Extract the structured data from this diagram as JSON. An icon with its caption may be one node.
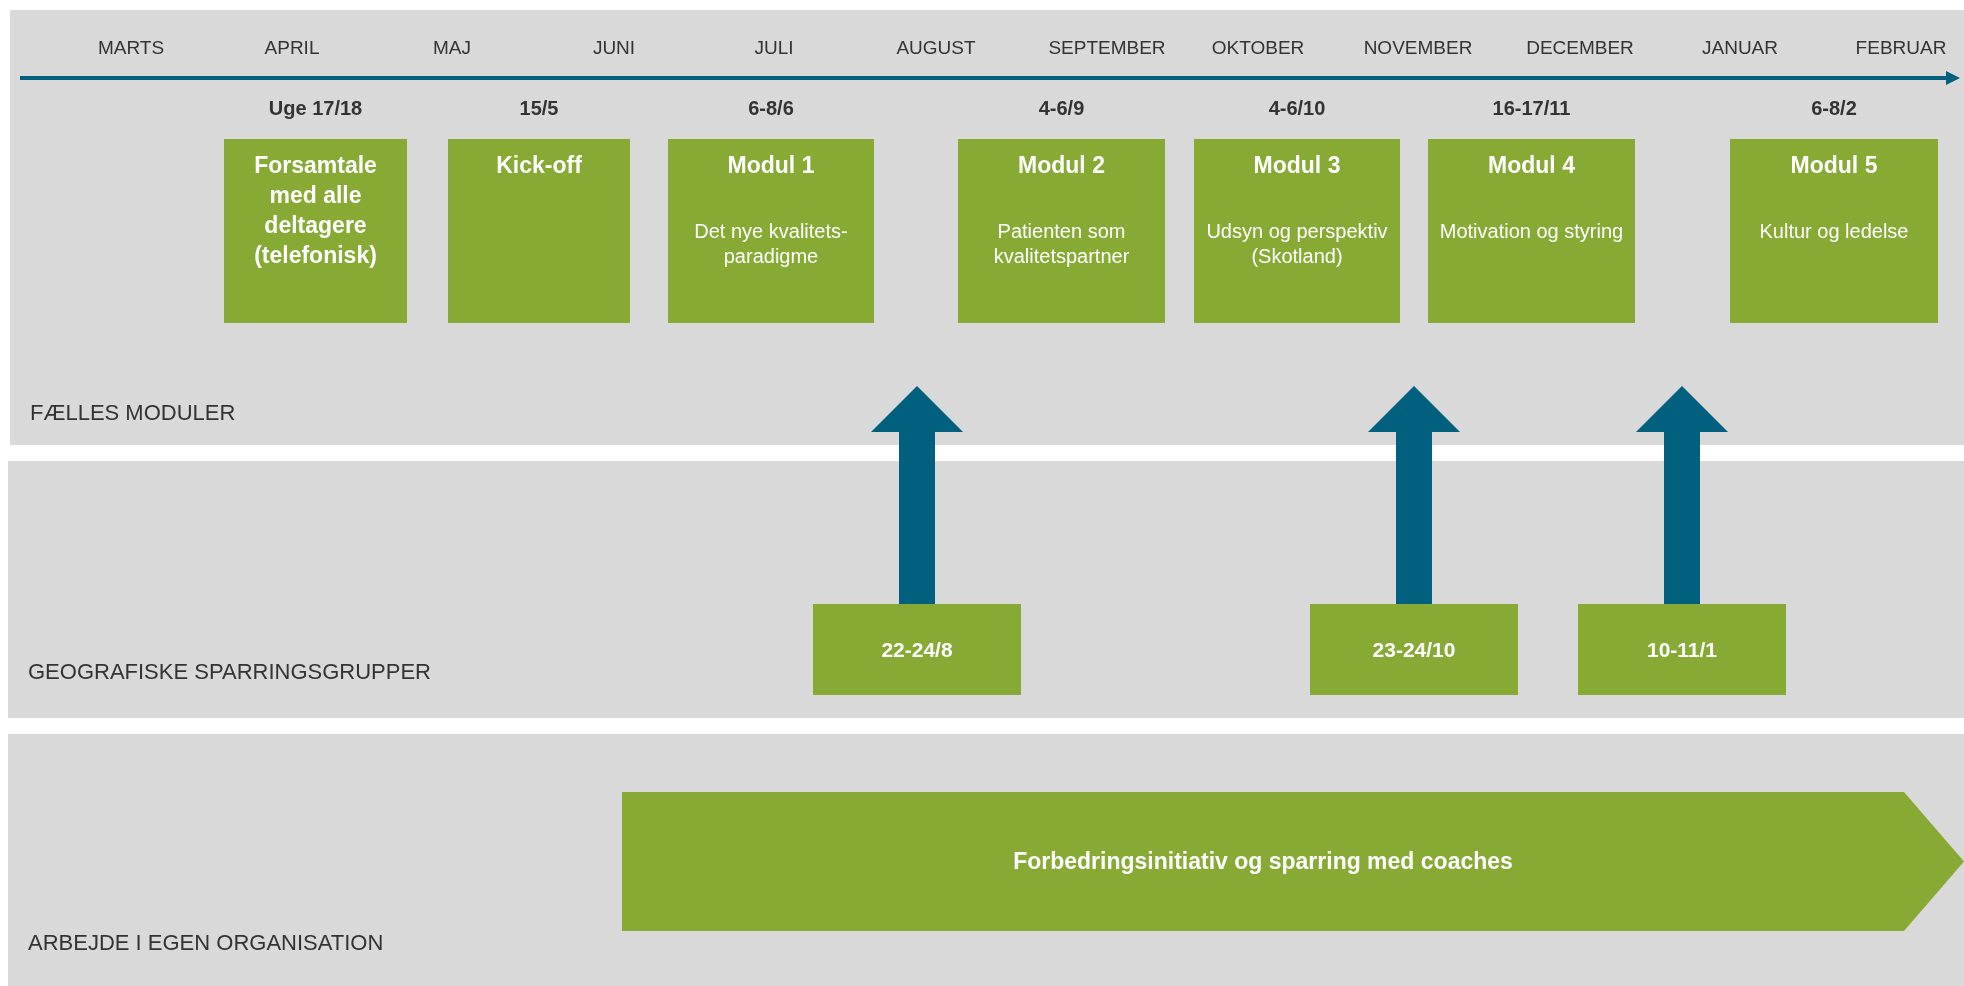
{
  "diagram": {
    "nodes": [
      {
        "text": [
          "FÆLLES MODULER"
        ]
      },
      {
        "text": [
          "Forsamtale med alle deltagere (telefonisk)"
        ],
        "in": 0,
        "beside": [
          "Uge 17/18"
        ]
      },
      {
        "text": [
          "Kick-off"
        ],
        "in": 0,
        "beside": [
          "15/5"
        ]
      },
      {
        "text": [
          "Modul 1",
          "Det nye kvalitets-paradigme"
        ],
        "in": 0,
        "beside": [
          "6-8/6"
        ]
      },
      {
        "text": [
          "Modul 2",
          "Patienten som kvalitetspartner"
        ],
        "in": 0,
        "beside": [
          "4-6/9"
        ]
      },
      {
        "text": [
          "Modul 3",
          "Udsyn og perspektiv (Skotland)"
        ],
        "in": 0,
        "beside": [
          "4-6/10"
        ]
      },
      {
        "text": [
          "Modul 4",
          "Motivation og styring"
        ],
        "in": 0,
        "beside": [
          "16-17/11"
        ]
      },
      {
        "text": [
          "Modul 5",
          "Kultur og ledelse"
        ],
        "in": 0,
        "beside": [
          "6-8/2"
        ]
      },
      {
        "text": [
          "GEOGRAFISKE SPARRINGSGRUPPER"
        ]
      },
      {
        "text": [
          "22-24/8"
        ],
        "in": 8
      },
      {
        "text": [
          "23-24/10"
        ],
        "in": 8
      },
      {
        "text": [
          "10-11/1"
        ],
        "in": 8
      },
      {
        "text": [
          "ARBEJDE I EGEN ORGANISATION"
        ]
      },
      {
        "text": [
          "Forbedringsinitiativ og sparring med coaches"
        ],
        "in": 12
      }
    ],
    "edges": [
      {
        "from": 9,
        "to": 3,
        "arrow": "to"
      },
      {
        "from": 10,
        "to": 5,
        "arrow": "to"
      },
      {
        "from": 11,
        "to": 6,
        "arrow": "to"
      }
    ],
    "labels": [
      "MARTS",
      "APRIL",
      "MAJ",
      "JUNI",
      "JULI",
      "AUGUST",
      "SEPTEMBER",
      "OKTOBER",
      "NOVEMBER",
      "DECEMBER",
      "JANUAR",
      "FEBRUAR"
    ]
  }
}
